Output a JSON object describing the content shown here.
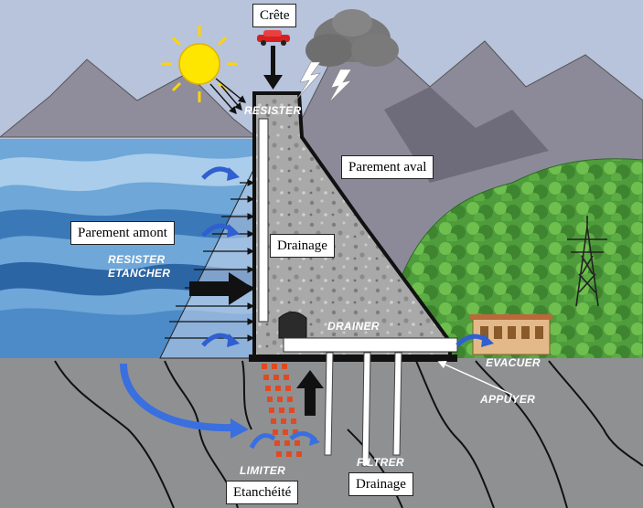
{
  "labels": {
    "crete": "Crête",
    "parement_aval": "Parement aval",
    "parement_amont": "Parement amont",
    "drainage_top": "Drainage",
    "drainage_bottom": "Drainage",
    "etancheite": "Etanchéité"
  },
  "actions": {
    "resister_top": "RESISTER",
    "resister_left": "RESISTER",
    "etancher": "ETANCHER",
    "drainer": "DRAINER",
    "evacuer": "EVACUER",
    "appuyer": "APPUYER",
    "filtrer": "FILTRER",
    "limiter": "LIMITER"
  },
  "colors": {
    "sky": "#b8c3dc",
    "mountain": "#8c8a98",
    "water": "#5f9bd0",
    "ground": "#8f9092",
    "dam": "#a6a6a6",
    "sun": "#ffe400",
    "cloud": "#777777",
    "arrow_blue": "#3a6fe0",
    "seepage_red": "#e04020",
    "forest": "#4d9a3a"
  }
}
